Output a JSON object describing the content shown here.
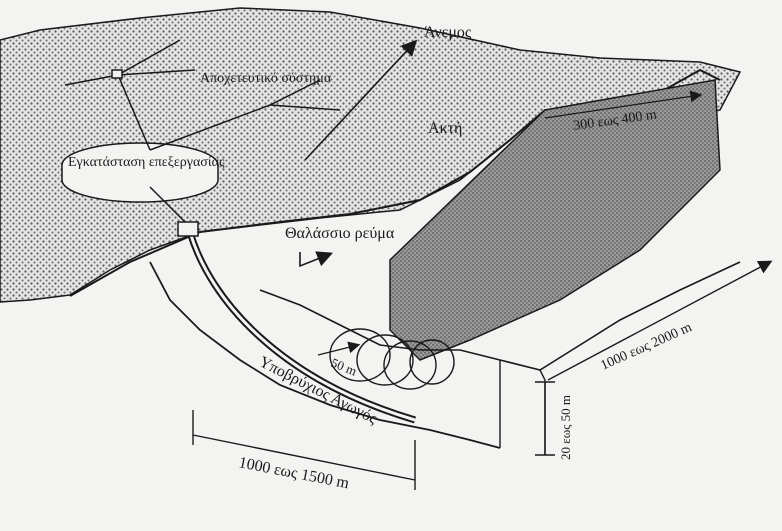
{
  "labels": {
    "wind": "Άνεμος",
    "sewer_network": "Αποχετευτικό σύστημα",
    "coast": "Ακτή",
    "treatment_plant": "Εγκατάσταση επεξεργασίας",
    "sea_current": "Θαλάσσιο ρεύμα",
    "plume_width": "300 εως 400 m",
    "outfall_pipe": "Υποβρύχιος Αγωγός",
    "diffuser_length": "50 m",
    "offshore_distance": "1000 εως 2000 m",
    "pipe_length": "1000 εως 1500 m",
    "depth": "20 εως 50 m"
  },
  "colors": {
    "land_stipple": "#6f6f6f",
    "plume_fill": "#8a8a8a",
    "ink": "#1a1a1a",
    "sea": "#f3f3f1"
  }
}
